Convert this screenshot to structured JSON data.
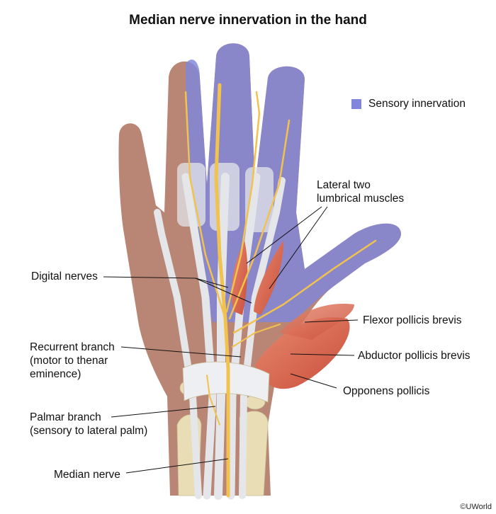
{
  "title": "Median nerve innervation in the hand",
  "legend": {
    "label": "Sensory innervation",
    "color": "#7f86dc"
  },
  "labels": {
    "lumbricals": [
      "Lateral two",
      "lumbrical muscles"
    ],
    "digital_nerves": "Digital nerves",
    "recurrent_branch": [
      "Recurrent branch",
      "(motor to thenar",
      "eminence)"
    ],
    "palmar_branch": [
      "Palmar branch",
      "(sensory to lateral palm)"
    ],
    "median_nerve": "Median nerve",
    "flexor_pollicis_brevis": "Flexor pollicis brevis",
    "abductor_pollicis_brevis": "Abductor pollicis brevis",
    "opponens_pollicis": "Opponens pollicis"
  },
  "copyright": "©UWorld",
  "colors": {
    "skin": "#b98574",
    "skin_shadow": "#a8705f",
    "sensory": "#7f86dc",
    "nerve": "#f2c24e",
    "tendon": "#e4e6ea",
    "muscle": "#d9654f",
    "bone": "#e8ddb4",
    "retinaculum": "#eeeff3"
  }
}
